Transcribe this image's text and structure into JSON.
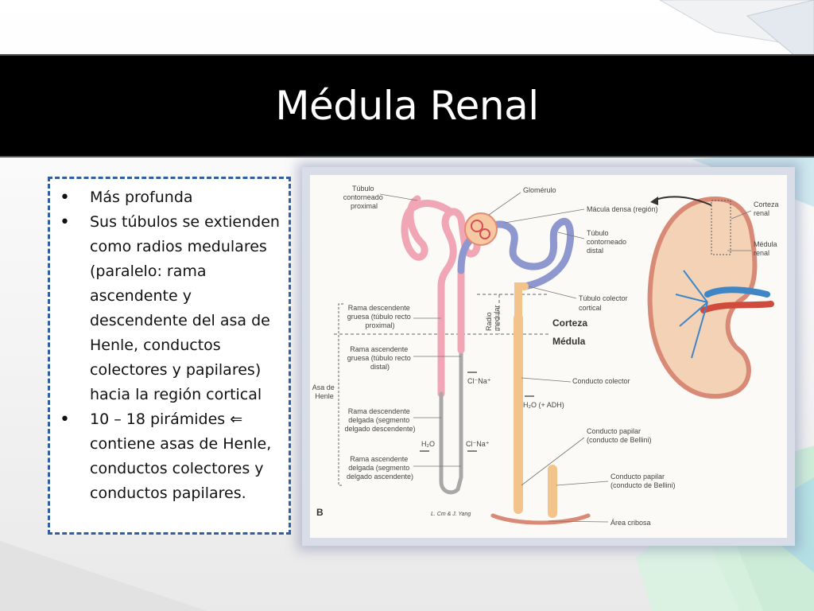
{
  "slide": {
    "title": "Médula Renal",
    "bullets": [
      "Más profunda",
      "Sus túbulos se extienden como radios medulares (paralelo: rama ascendente y descendente del asa de Henle, conductos colectores y papilares) hacia la región cortical",
      "10 – 18 pirámides ⇐ contiene asas de Henle, conductos colectores y conductos papilares."
    ]
  },
  "diagram": {
    "labels": {
      "tubulo_proximal": [
        "Túbulo",
        "contorneado",
        "proximal"
      ],
      "glomerulo": "Glomérulo",
      "macula": "Mácula densa (región)",
      "tubulo_distal": [
        "Túbulo",
        "contorneado",
        "distal"
      ],
      "radio_medular": [
        "Radio",
        "medular"
      ],
      "tubulo_colector": [
        "Túbulo colector",
        "cortical"
      ],
      "corteza": "Corteza",
      "medula": "Médula",
      "rama_desc_gruesa": [
        "Rama descendente",
        "gruesa (túbulo recto",
        "proximal)"
      ],
      "rama_asc_gruesa": [
        "Rama ascendente",
        "gruesa (túbulo recto",
        "distal)"
      ],
      "asa_henle": [
        "Asa de",
        "Henle"
      ],
      "conducto_colector": "Conducto colector",
      "cl_na_1": "Cl⁻Na⁺",
      "h2o_adh": "H₂O (+ ADH)",
      "rama_desc_delgada": [
        "Rama descendente",
        "delgada (segmento",
        "delgado descendente)"
      ],
      "h2o": "H₂O",
      "cl_na_2": "Cl⁻Na⁺",
      "rama_asc_delgada": [
        "Rama ascendente",
        "delgada (segmento",
        "delgado ascendente)"
      ],
      "conducto_papilar_1": [
        "Conducto papilar",
        "(conducto de Bellini)"
      ],
      "conducto_papilar_2": [
        "Conducto papilar",
        "(conducto de Bellini)"
      ],
      "area_cribosa": "Área cribosa",
      "corteza_renal": [
        "Corteza",
        "renal"
      ],
      "medula_renal": [
        "Médula",
        "renal"
      ],
      "panel_letter": "B",
      "signature": "L. Cm & J. Yang"
    },
    "colors": {
      "proximal": "#f0a6b4",
      "distal": "#8f97cf",
      "collector": "#f2c48c",
      "kidney_outer": "#d98a76",
      "artery": "#d04b3b",
      "vein": "#3e86c6"
    }
  }
}
